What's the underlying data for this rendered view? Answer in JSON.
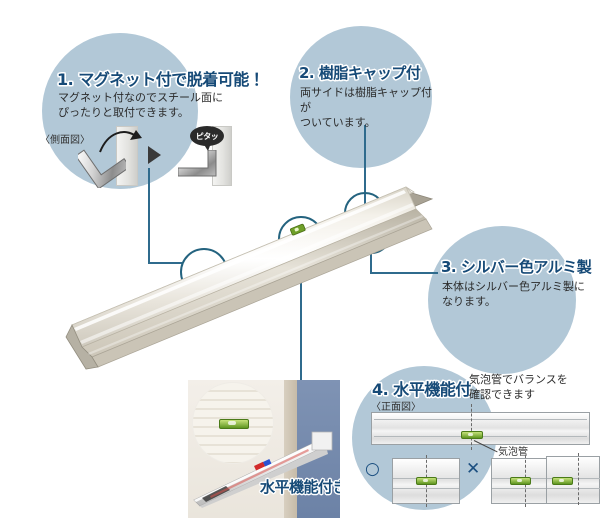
{
  "page": {
    "background_color": "#ffffff",
    "accent_circle_color": "#b2c8d7",
    "heading_color": "#164a77",
    "connector_color": "#2f6b8d",
    "vial_color": "#6f9f28"
  },
  "callouts": [
    {
      "id": "magnet",
      "heading": "1. マグネット付で脱着可能！",
      "body": "マグネット付なのでスチール面に\nぴったりと取付できます。",
      "diagram_label": "〈側面図〉",
      "speech_bubble": "ピタッ"
    },
    {
      "id": "resin-cap",
      "heading": "2. 樹脂キャップ付",
      "body": "両サイドは樹脂キャップ付が\nついています。"
    },
    {
      "id": "silver-aluminum",
      "heading": "3. シルバー色アルミ製",
      "body": "本体はシルバー色アルミ製に\nなります。"
    },
    {
      "id": "level-function",
      "heading": "4. 水平機能付",
      "body": "気泡管でバランスを\n確認できます",
      "diagram_label": "〈正面図〉",
      "vial_label": "気泡管",
      "ok_mark": "○",
      "ng_mark": "✕"
    }
  ],
  "photo": {
    "caption": "水平機能付き"
  }
}
